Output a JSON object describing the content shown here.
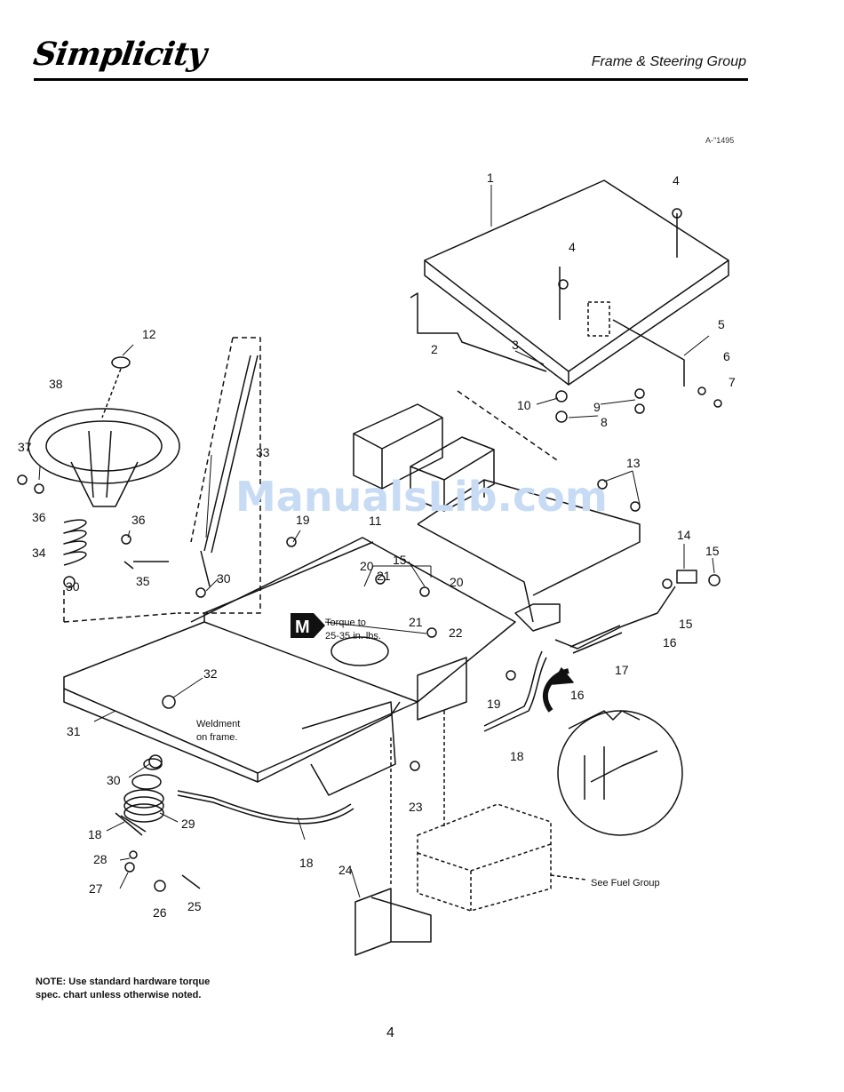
{
  "header": {
    "brand": "Simplicity",
    "section_title": "Frame & Steering Group",
    "diagram_ref": "A-\"1495"
  },
  "watermark": "ManualsLib.com",
  "callouts": {
    "c1": "1",
    "c2": "2",
    "c3": "3",
    "c4a": "4",
    "c4b": "4",
    "c5": "5",
    "c6": "6",
    "c7": "7",
    "c8": "8",
    "c9": "9",
    "c10": "10",
    "c11": "11",
    "c12": "12",
    "c13": "13",
    "c14": "14",
    "c15a": "15",
    "c15b": "15",
    "c15c": "15",
    "c16a": "16",
    "c16b": "16",
    "c17": "17",
    "c18a": "18",
    "c18b": "18",
    "c18c": "18",
    "c19a": "19",
    "c19b": "19",
    "c20a": "20",
    "c20b": "20",
    "c21a": "21",
    "c21b": "21",
    "c22": "22",
    "c23": "23",
    "c24": "24",
    "c25": "25",
    "c26": "26",
    "c27": "27",
    "c28": "28",
    "c29": "29",
    "c30a": "30",
    "c30b": "30",
    "c30c": "30",
    "c31": "31",
    "c32": "32",
    "c33": "33",
    "c34": "34",
    "c35": "35",
    "c36a": "36",
    "c36b": "36",
    "c37": "37",
    "c38": "38"
  },
  "annotations": {
    "torque_marker": "M",
    "torque_line1": "Torque to",
    "torque_line2": "25-35 in. lbs.",
    "weldment_line1": "Weldment",
    "weldment_line2": "on frame.",
    "fuel_group": "See Fuel Group"
  },
  "note": "NOTE: Use standard hardware torque spec. chart unless otherwise noted.",
  "page_number": "4"
}
